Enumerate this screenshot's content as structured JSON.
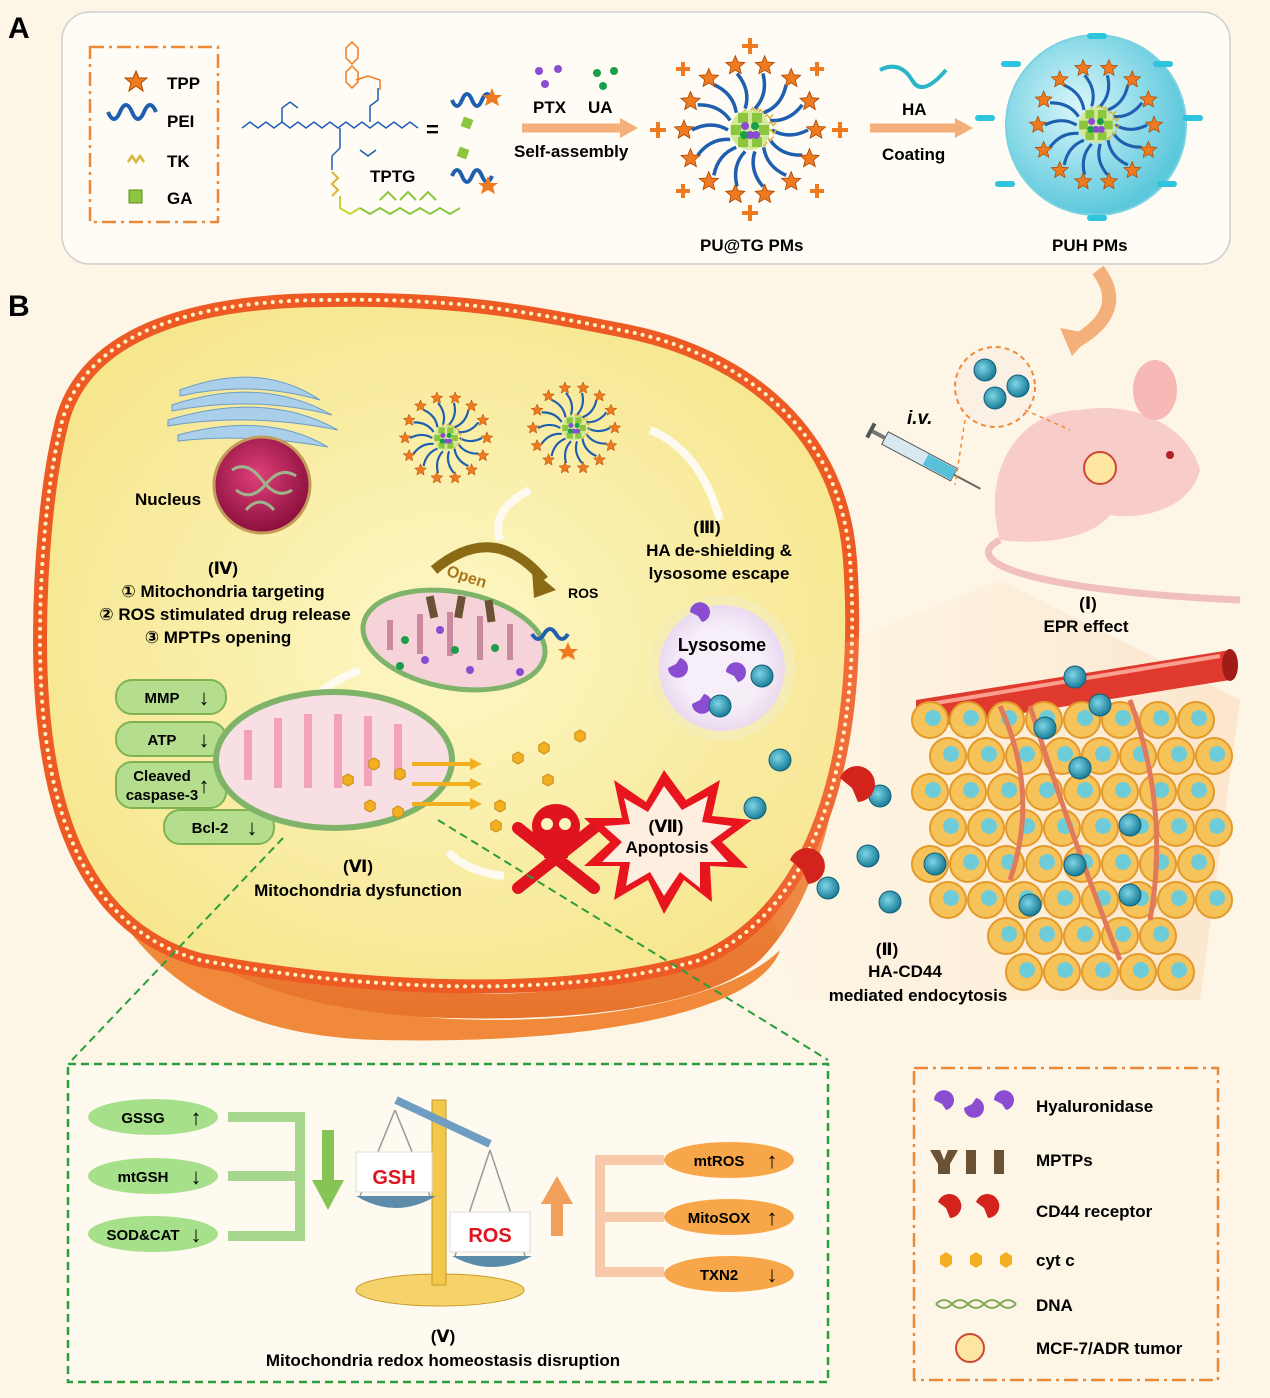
{
  "panels": {
    "a": "A",
    "b": "B"
  },
  "legend_a": [
    {
      "label": "TPP",
      "icon": "star-icon",
      "color": "#f07a1f"
    },
    {
      "label": "PEI",
      "icon": "wave-icon",
      "color": "#1f5fb0"
    },
    {
      "label": "TK",
      "icon": "squiggle-icon",
      "color": "#d9b43a"
    },
    {
      "label": "GA",
      "icon": "square-icon",
      "color": "#8cc63f"
    }
  ],
  "tptg_label": "TPTG",
  "equals": "=",
  "drugs": {
    "ptx": "PTX",
    "ua": "UA"
  },
  "self_assembly": "Self-assembly",
  "pu_tg_label": "PU@TG PMs",
  "ha_label": "HA",
  "coating": "Coating",
  "puh_label": "PUH PMs",
  "iv": "i.v.",
  "steps": {
    "s1_num": "(Ⅰ)",
    "s1": "EPR effect",
    "s2_num": "(Ⅱ)",
    "s2a": "HA-CD44",
    "s2b": "mediated endocytosis",
    "s3_num": "(Ⅲ)",
    "s3a": "HA de-shielding &",
    "s3b": "lysosome escape",
    "s4_num": "(Ⅳ)",
    "s4a": "① Mitochondria targeting",
    "s4b": "② ROS stimulated drug release",
    "s4c": "③ MPTPs opening",
    "s5_num": "(Ⅴ)",
    "s5": "Mitochondria redox homeostasis disruption",
    "s6_num": "(Ⅵ)",
    "s6": "Mitochondria dysfunction",
    "s7_num": "(Ⅶ)",
    "s7": "Apoptosis"
  },
  "nucleus": "Nucleus",
  "open": "Open",
  "ros_small": "ROS",
  "lysosome": "Lysosome",
  "dysfunction_markers": [
    {
      "label": "MMP",
      "dir": "↓"
    },
    {
      "label": "ATP",
      "dir": "↓"
    },
    {
      "label": "Cleaved caspase-3",
      "line1": "Cleaved",
      "line2": "caspase-3",
      "dir": "↑"
    },
    {
      "label": "Bcl-2",
      "dir": "↓"
    }
  ],
  "redox_left": [
    {
      "label": "GSSG",
      "dir": "↑"
    },
    {
      "label": "mtGSH",
      "dir": "↓"
    },
    {
      "label": "SOD&CAT",
      "dir": "↓"
    }
  ],
  "redox_right": [
    {
      "label": "mtROS",
      "dir": "↑"
    },
    {
      "label": "MitoSOX",
      "dir": "↑"
    },
    {
      "label": "TXN2",
      "dir": "↓"
    }
  ],
  "balance": {
    "gsh": "GSH",
    "ros": "ROS"
  },
  "legend_b": [
    {
      "label": "Hyaluronidase",
      "icon": "hyaluronidase-icon"
    },
    {
      "label": "MPTPs",
      "icon": "mptp-icon"
    },
    {
      "label": "CD44 receptor",
      "icon": "cd44-icon"
    },
    {
      "label": "cyt c",
      "icon": "cytc-icon"
    },
    {
      "label": "DNA",
      "icon": "dna-icon"
    },
    {
      "label": "MCF-7/ADR tumor",
      "icon": "tumor-icon"
    }
  ],
  "colors": {
    "orange": "#f07a1f",
    "blue": "#1f5fb0",
    "green": "#8cc63f",
    "cell_fill": "#fbf0a8",
    "membrane": "#ef5a2a",
    "dash_green": "#2a9d3c"
  }
}
